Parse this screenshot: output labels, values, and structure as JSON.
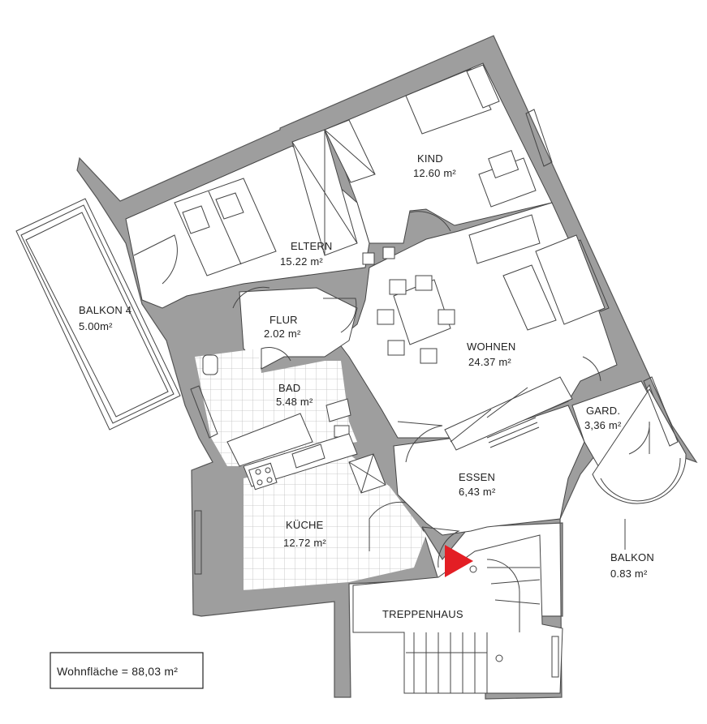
{
  "rooms": {
    "kind": {
      "name": "KIND",
      "area": "12.60 m²"
    },
    "eltern": {
      "name": "ELTERN",
      "area": "15.22 m²"
    },
    "flur": {
      "name": "FLUR",
      "area": "2.02 m²"
    },
    "wohnen": {
      "name": "WOHNEN",
      "area": "24.37 m²"
    },
    "bad": {
      "name": "BAD",
      "area": "5.48 m²"
    },
    "gard": {
      "name": "GARD.",
      "area": "3,36 m²"
    },
    "essen": {
      "name": "ESSEN",
      "area": "6,43 m²"
    },
    "kueche": {
      "name": "KÜCHE",
      "area": "12.72 m²"
    },
    "balkon4": {
      "name": "BALKON 4",
      "area": "5.00m²"
    },
    "balkon": {
      "name": "BALKON",
      "area": "0.83 m²"
    },
    "treppenhaus": {
      "name": "TREPPENHAUS"
    }
  },
  "summary": {
    "text": "Wohnfläche  =  88,03 m²"
  },
  "colors": {
    "walls": "#9e9e9e",
    "entrance_marker": "#e31e24"
  },
  "icons": {
    "entrance": "entrance-arrow-icon"
  }
}
